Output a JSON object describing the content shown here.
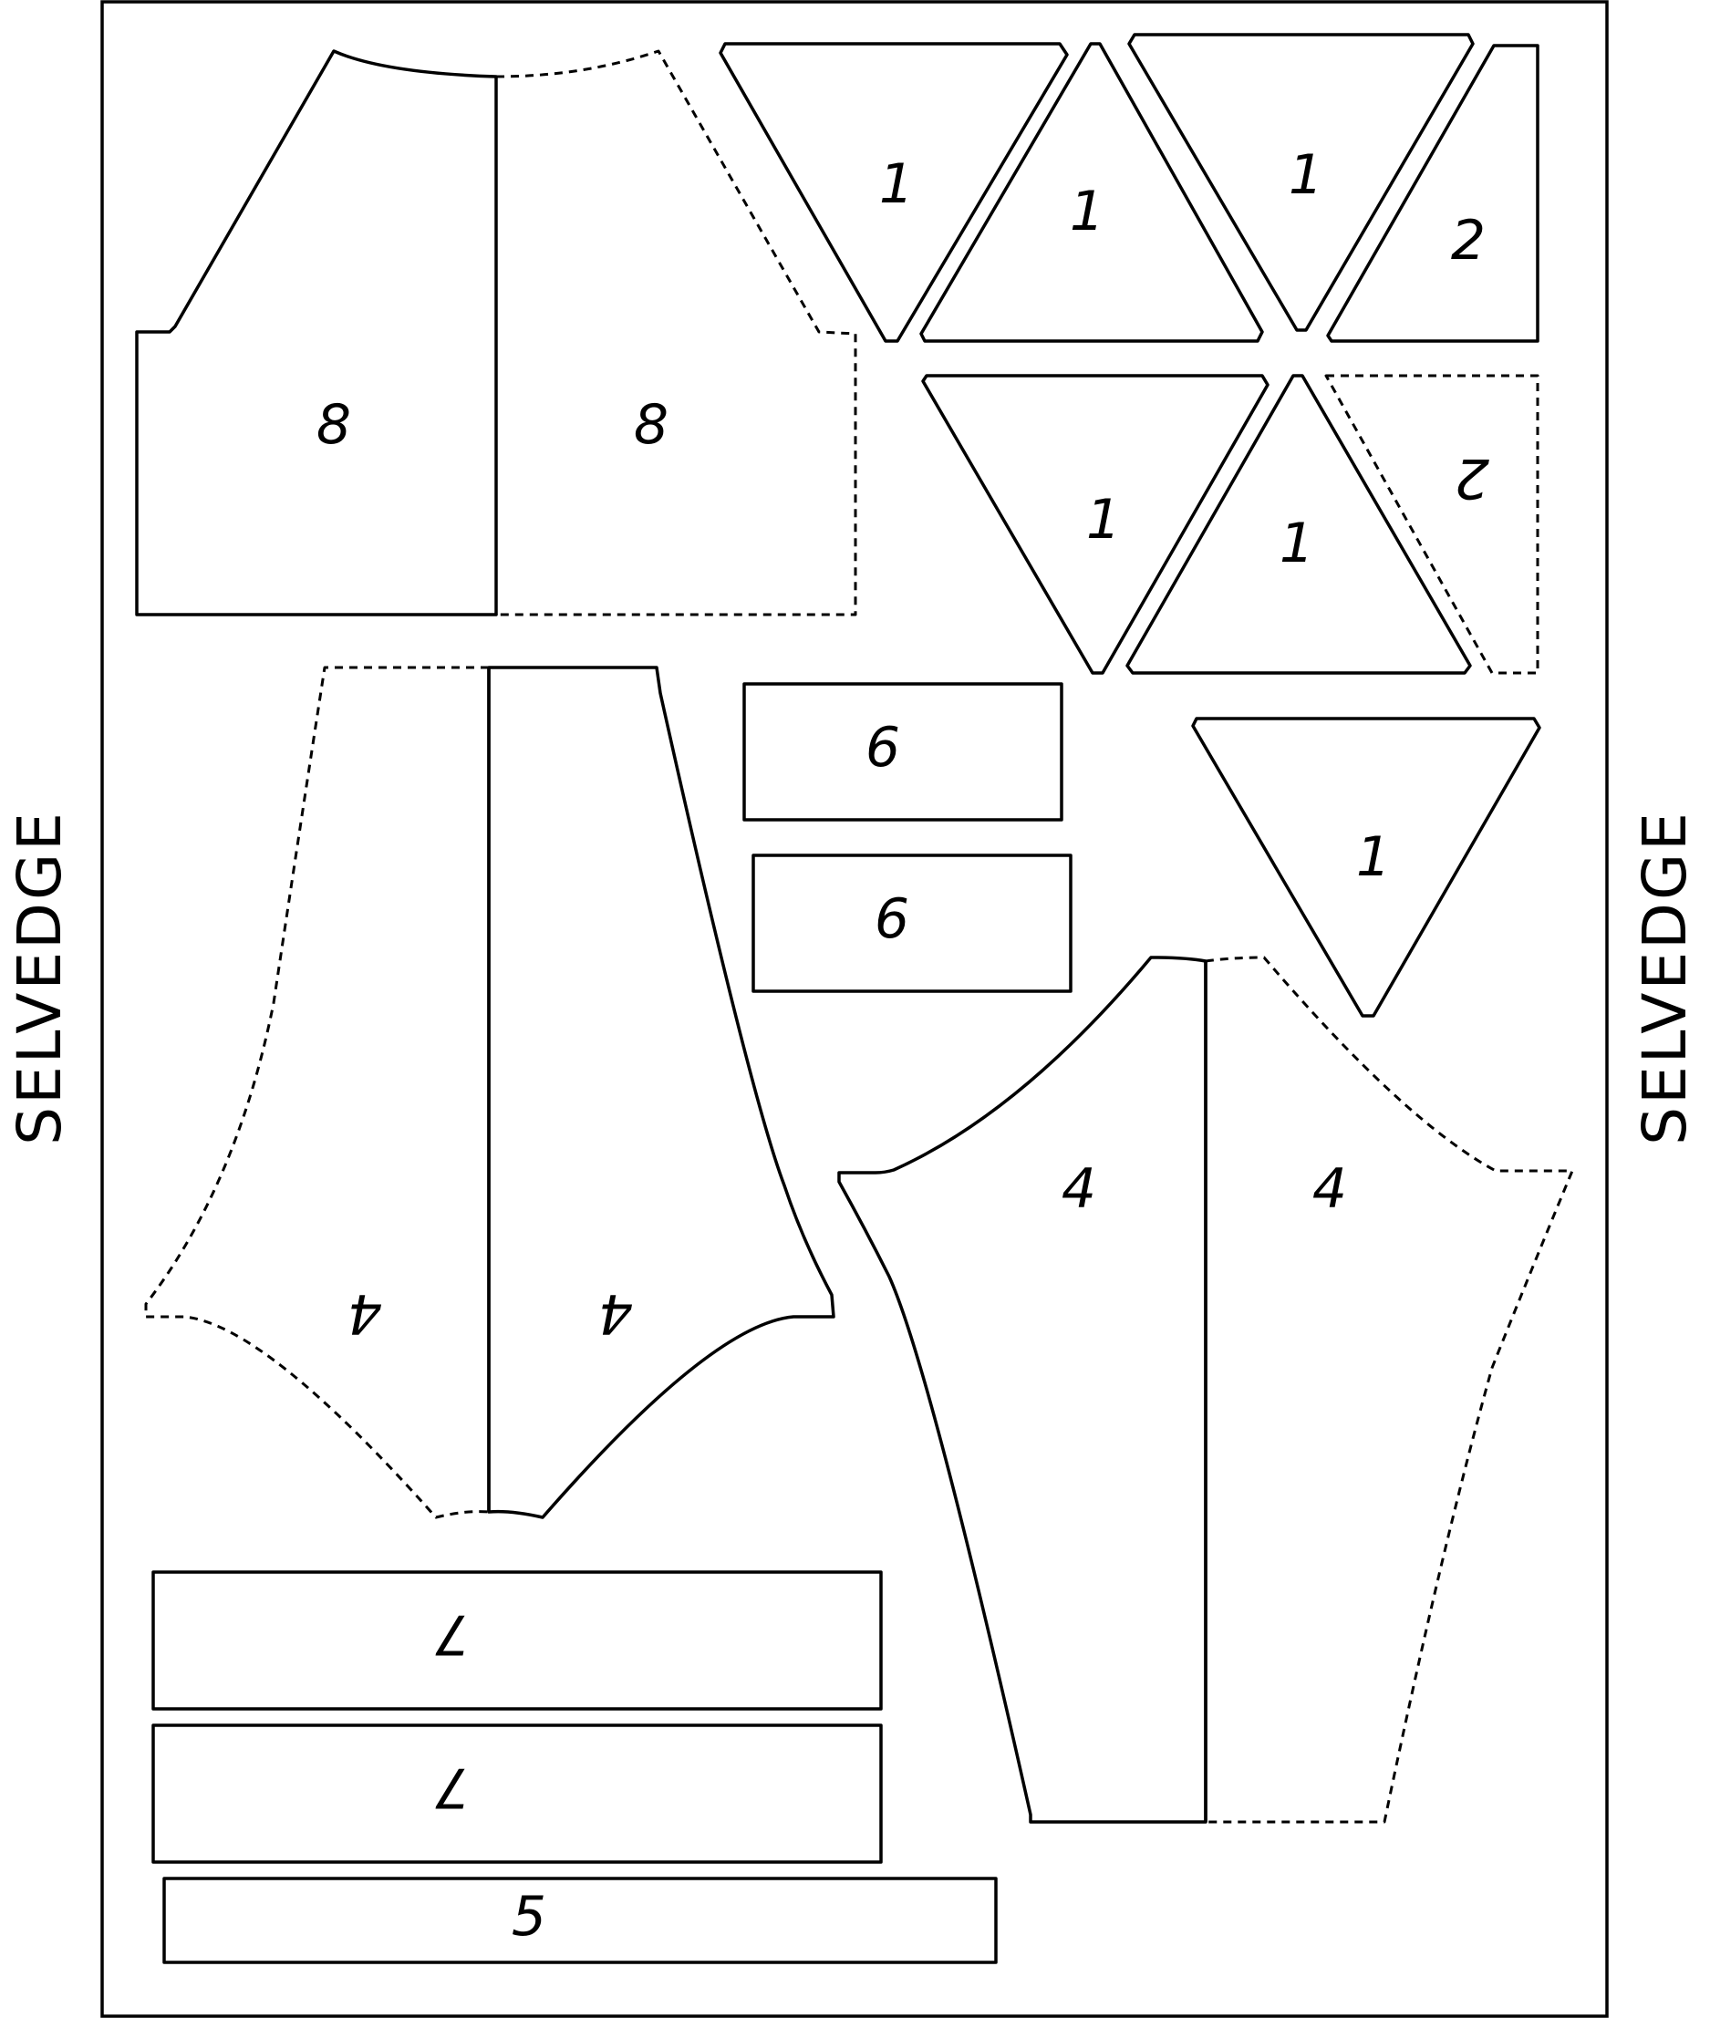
{
  "selvedge_left": "SELVEDGE",
  "selvedge_right": "SELVEDGE",
  "pieces": {
    "p8a": "8",
    "p8b": "8",
    "t1a": "1",
    "t1b": "1",
    "t1c": "1",
    "t2a": "2",
    "t1d": "1",
    "t1e": "1",
    "t2b": "2",
    "p6a": "6",
    "p6b": "6",
    "t1f": "1",
    "p4a": "4",
    "p4b": "4",
    "p4c": "4",
    "p4d": "4",
    "p7a": "7",
    "p7b": "7",
    "p5": "5"
  }
}
